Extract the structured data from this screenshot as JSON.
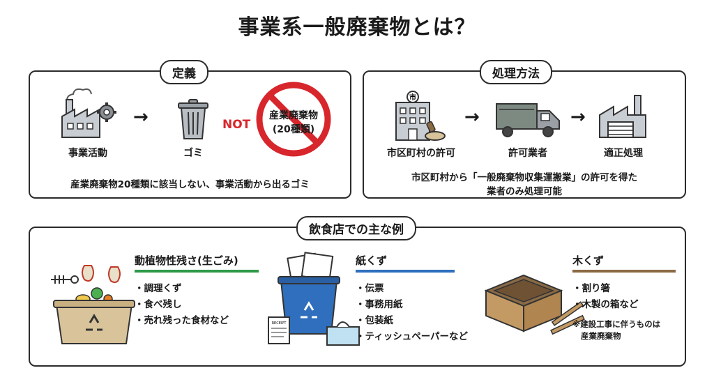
{
  "title": "事業系一般廃棄物とは？",
  "definition": {
    "heading": "定義",
    "items": [
      "事業活動",
      "ゴミ"
    ],
    "not_label": "NOT",
    "excluded_line1": "産業廃棄物",
    "excluded_line2": "(20種類)",
    "description": "産業廃棄物20種類に該当しない、事業活動から出るゴミ"
  },
  "method": {
    "heading": "処理方法",
    "sign_char": "市",
    "items": [
      "市区町村の許可",
      "許可業者",
      "適正処理"
    ],
    "description_line1": "市区町村から「一般廃棄物収集運搬業」の許可を得た",
    "description_line2": "業者のみ処理可能"
  },
  "examples": {
    "heading": "飲食店での主な例",
    "receipt_text": "RECEIPT",
    "categories": [
      {
        "title": "動植物性残さ(生ごみ)",
        "color": "#2e9a47",
        "items": [
          "調理くず",
          "食べ残し",
          "売れ残った食材など"
        ]
      },
      {
        "title": "紙くず",
        "color": "#2f6fbd",
        "items": [
          "伝票",
          "事務用紙",
          "包装紙",
          "ティッシュペーパーなど"
        ]
      },
      {
        "title": "木くず",
        "color": "#8a6a45",
        "items": [
          "割り箸",
          "木製の箱など"
        ],
        "note_line1": "※建設工事に伴うものは",
        "note_line2": "産業廃棄物"
      }
    ]
  },
  "colors": {
    "not_red": "#d7262c",
    "recycle_blue": "#2f6fbd",
    "bin_tan": "#d9c39b",
    "wood": "#c49a64"
  }
}
